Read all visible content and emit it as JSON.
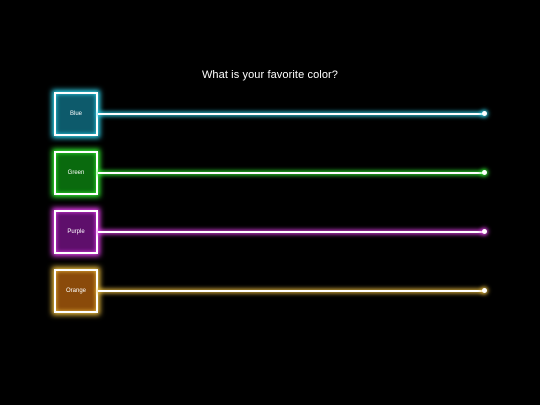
{
  "question": "What is your favorite color?",
  "options": [
    {
      "label": "Blue",
      "fill_color": "#0d5a6b",
      "glow_color": "#2fd8f0"
    },
    {
      "label": "Green",
      "fill_color": "#0a6a0e",
      "glow_color": "#2ff02f"
    },
    {
      "label": "Purple",
      "fill_color": "#5e0f6b",
      "glow_color": "#e83ff0"
    },
    {
      "label": "Orange",
      "fill_color": "#8a4a0a",
      "glow_color": "#f0c040"
    }
  ],
  "colors": {
    "background": "#000000",
    "text": "#ffffff"
  }
}
